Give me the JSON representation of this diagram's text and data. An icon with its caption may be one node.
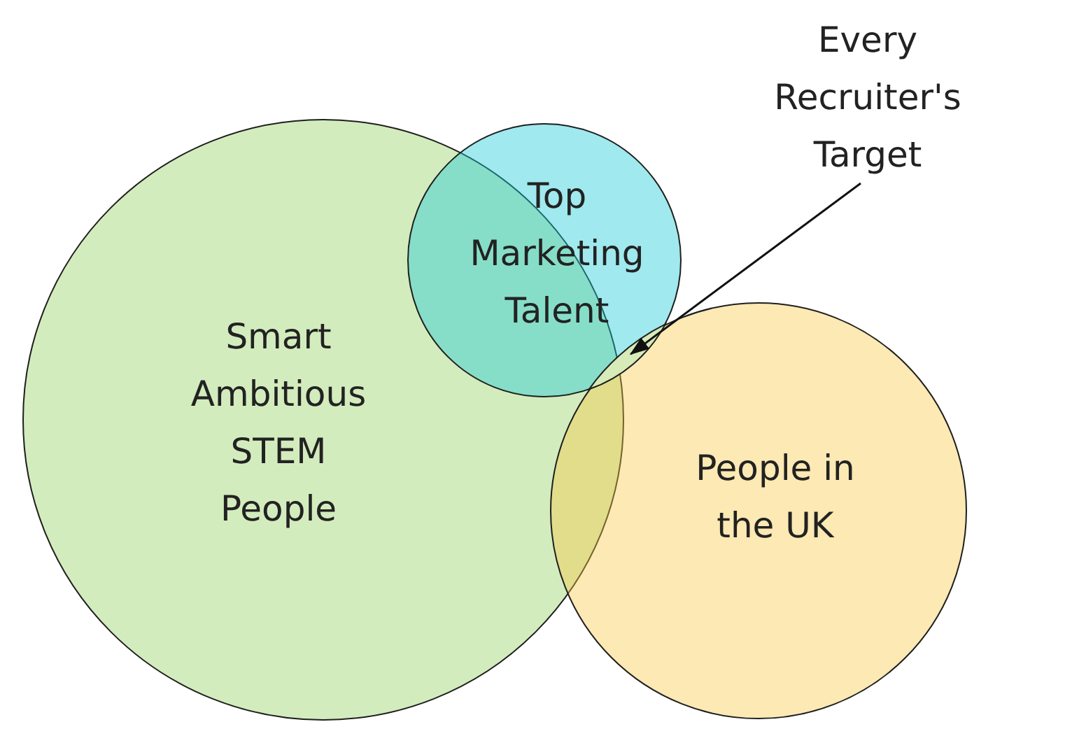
{
  "diagram": {
    "nodes": [
      {
        "text": [
          "Smart Ambitious STEM People"
        ]
      },
      {
        "text": [
          "Top Marketing Talent"
        ]
      },
      {
        "text": [
          "People in the UK"
        ]
      },
      {
        "text": [
          "Every Recruiter's Target"
        ]
      },
      {
        "text": [],
        "shape": "lens"
      }
    ],
    "edges": [
      {
        "from": 3,
        "to": 4,
        "arrow": "to"
      }
    ]
  }
}
